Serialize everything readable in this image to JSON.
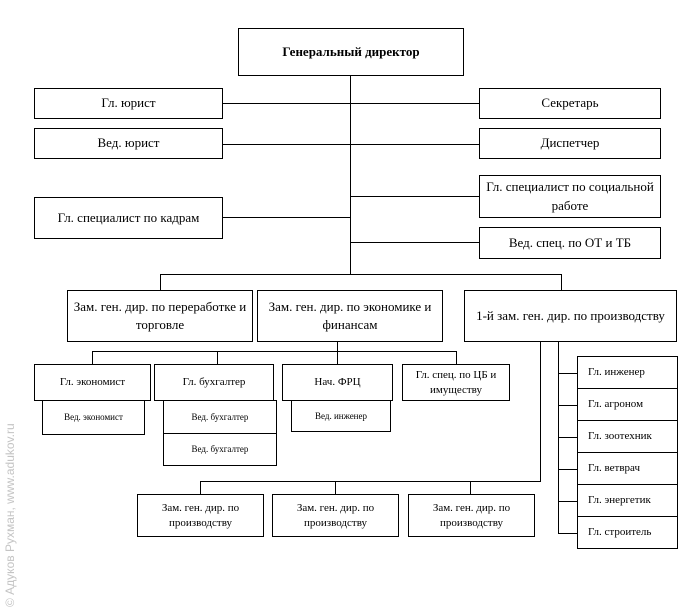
{
  "watermark": "© Адуков Рухман, www.adukov.ru",
  "director": "Генеральный директор",
  "left_staff": {
    "chief_lawyer": "Гл. юрист",
    "lead_lawyer": "Вед. юрист",
    "hr_specialist": "Гл. специалист по кадрам"
  },
  "right_staff": {
    "secretary": "Секретарь",
    "dispatcher": "Диспетчер",
    "social_specialist": "Гл. специалист по социальной работе",
    "safety_specialist": "Вед. спец. по ОТ и ТБ"
  },
  "deputies": {
    "processing": "Зам. ген. дир. по переработке и торговле",
    "economics": "Зам. ген. дир. по экономике и финансам",
    "production_first": "1-й зам. ген. дир. по производству"
  },
  "economics_dept": {
    "chief_economist": "Гл. экономист",
    "lead_economist": "Вед. экономист",
    "chief_accountant": "Гл. бухгалтер",
    "lead_accountant_1": "Вед. бухгалтер",
    "lead_accountant_2": "Вед. бухгалтер",
    "frc_head": "Нач. ФРЦ",
    "lead_engineer": "Вед. инженер",
    "securities_specialist": "Гл. спец. по ЦБ и имуществу"
  },
  "production_specialists": [
    "Гл. инженер",
    "Гл. агроном",
    "Гл. зоотехник",
    "Гл. ветврач",
    "Гл. энергетик",
    "Гл. строитель"
  ],
  "production_deputies": [
    "Зам. ген. дир. по производству",
    "Зам. ген. дир. по производству",
    "Зам. ген. дир. по производству"
  ]
}
